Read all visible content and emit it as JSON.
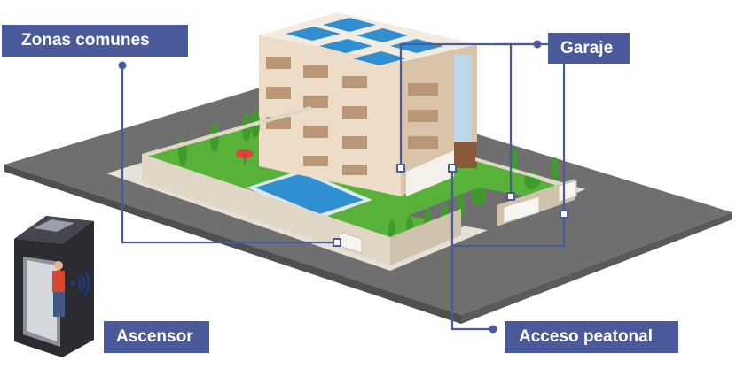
{
  "colors": {
    "label_bg": "#4a5a9a",
    "connector": "#4a5a9a",
    "pool": "#2f8fd0",
    "lawn": "#58b23a",
    "building": "#ecdcc8",
    "ground": "#7a7a7a"
  },
  "labels": {
    "zonas_comunes": "Zonas comunes",
    "garaje": "Garaje",
    "ascensor": "Ascensor",
    "acceso_peatonal": "Acceso peatonal"
  },
  "icons": {
    "wireless": "wireless-access-icon",
    "elevator": "elevator-cabin-icon"
  }
}
